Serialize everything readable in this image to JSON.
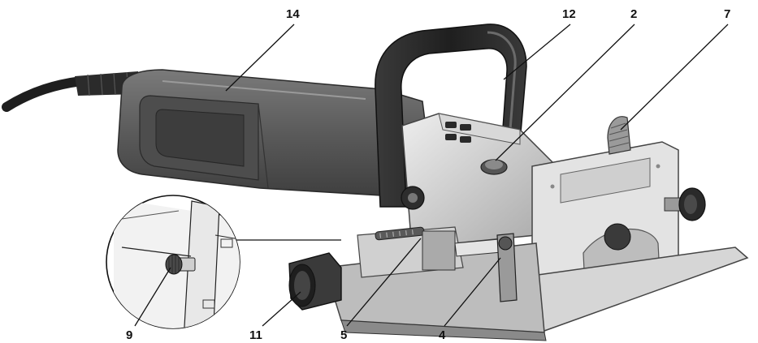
{
  "diagram": {
    "callouts": {
      "c14": "14",
      "c12": "12",
      "c2": "2",
      "c7": "7",
      "c9": "9",
      "c11": "11",
      "c5": "5",
      "c4": "4"
    },
    "palette": {
      "body_dark": "#4a4a4a",
      "body_mid": "#6b6b6b",
      "body_light": "#8c8c8c",
      "metal": "#c9c9c9",
      "metal_light": "#e6e6e6",
      "handle": "#2a2a2a",
      "cord": "#1e1e1e"
    }
  }
}
